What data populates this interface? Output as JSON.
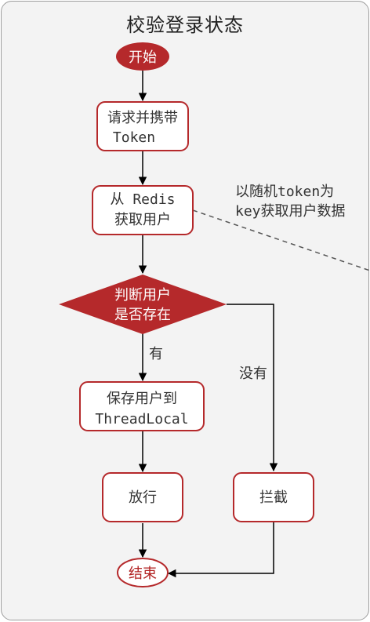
{
  "title": "校验登录状态",
  "nodes": {
    "start": "开始",
    "request_line1": "请求并携带",
    "request_line2": "Token",
    "redis_line1": "从 Redis",
    "redis_line2": "获取用户",
    "check_line1": "判断用户",
    "check_line2": "是否存在",
    "save_line1": "保存用户到",
    "save_line2": "ThreadLocal",
    "allow": "放行",
    "block": "拦截",
    "end": "结束"
  },
  "edges": {
    "yes_label": "有",
    "no_label": "没有"
  },
  "note": {
    "line1": "以随机token为",
    "line2": "key获取用户数据"
  },
  "colors": {
    "accent": "#b5292b",
    "panel_bg": "#f3f3f3",
    "border": "#9e9e9e"
  }
}
